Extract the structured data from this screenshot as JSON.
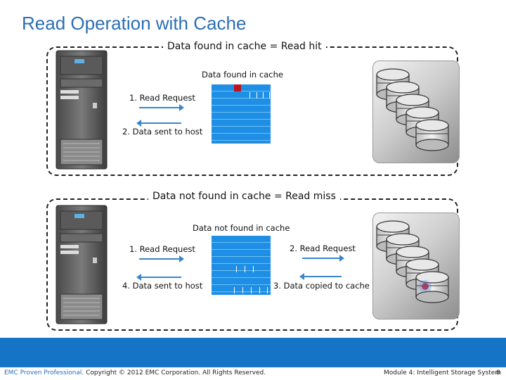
{
  "slide": {
    "title": "Read Operation with Cache"
  },
  "hit_panel": {
    "label": "Data found in cache = Read hit",
    "cache_caption": "Data found in cache",
    "step1": "1. Read Request",
    "step2": "2. Data sent to host"
  },
  "miss_panel": {
    "label": "Data not found in cache = Read miss",
    "cache_caption": "Data not found in cache",
    "step1": "1. Read Request",
    "step2": "2. Read Request",
    "step3": "3. Data copied to cache",
    "step4": "4. Data sent to host"
  },
  "footer": {
    "brand": "EMC Proven Professional.",
    "copyright": "Copyright © 2012 EMC Corporation. All Rights Reserved.",
    "module": "Module 4: Intelligent Storage System",
    "page": "8"
  },
  "colors": {
    "title": "#2b6fb3",
    "cache": "#1f8fe6",
    "arrow": "#3a86c8",
    "footer_bar": "#1574c6",
    "hit_block": "#c0141c"
  },
  "icons": [
    "server-icon",
    "cache-icon",
    "disk-stack-icon",
    "arrow-right-icon",
    "arrow-left-icon"
  ]
}
